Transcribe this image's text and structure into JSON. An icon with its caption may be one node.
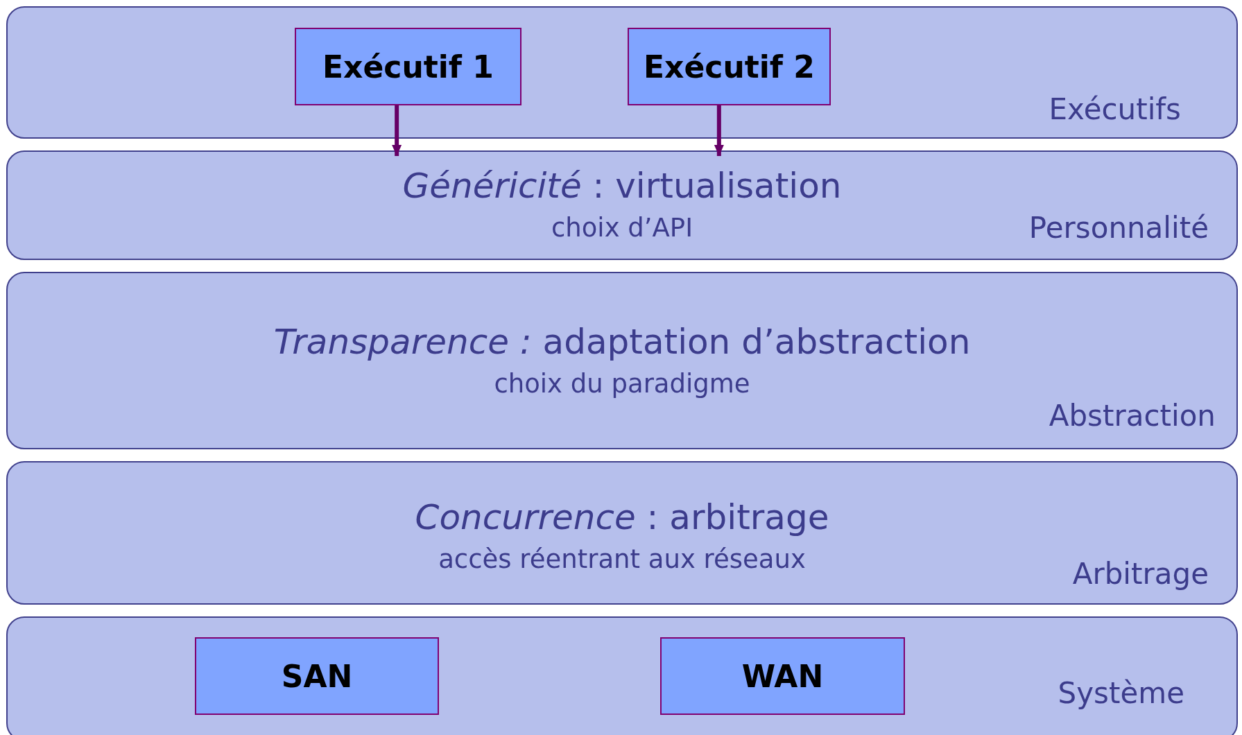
{
  "diagram": {
    "nodes": [
      {
        "text": [
          "Exécutifs"
        ]
      },
      {
        "text": [
          "Exécutif 1"
        ],
        "in": 0
      },
      {
        "text": [
          "Exécutif 2"
        ],
        "in": 0
      },
      {
        "text": [
          "*Généricité* : virtualisation",
          "choix d’API",
          "Personnalité"
        ]
      },
      {
        "text": [
          "*Transparence :* adaptation d’abstraction",
          "choix du paradigme",
          "Abstraction"
        ]
      },
      {
        "text": [
          "*Concurrence* : arbitrage",
          "accès réentrant aux réseaux",
          "Arbitrage"
        ]
      },
      {
        "text": [
          "Système"
        ]
      },
      {
        "text": [
          "SAN"
        ],
        "in": 6
      },
      {
        "text": [
          "WAN"
        ],
        "in": 6
      }
    ],
    "edges": [
      {
        "from": 1,
        "to": 3,
        "arrow": "to"
      },
      {
        "from": 2,
        "to": 3,
        "arrow": "to"
      }
    ]
  }
}
